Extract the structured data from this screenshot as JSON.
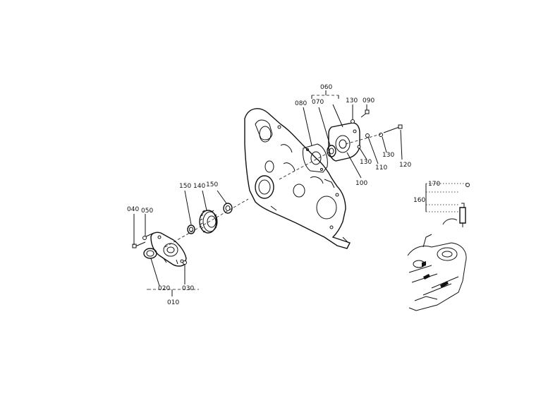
{
  "callouts": {
    "c010": "010",
    "c020": "020",
    "c030": "030",
    "c040": "040",
    "c050": "050",
    "c060": "060",
    "c070": "070",
    "c080": "080",
    "c090": "090",
    "c100": "100",
    "c110": "110",
    "c120": "120",
    "c130a": "130",
    "c130b": "130",
    "c130c": "130",
    "c140": "140",
    "c150a": "150",
    "c150b": "150",
    "c160": "160",
    "c170": "170"
  }
}
